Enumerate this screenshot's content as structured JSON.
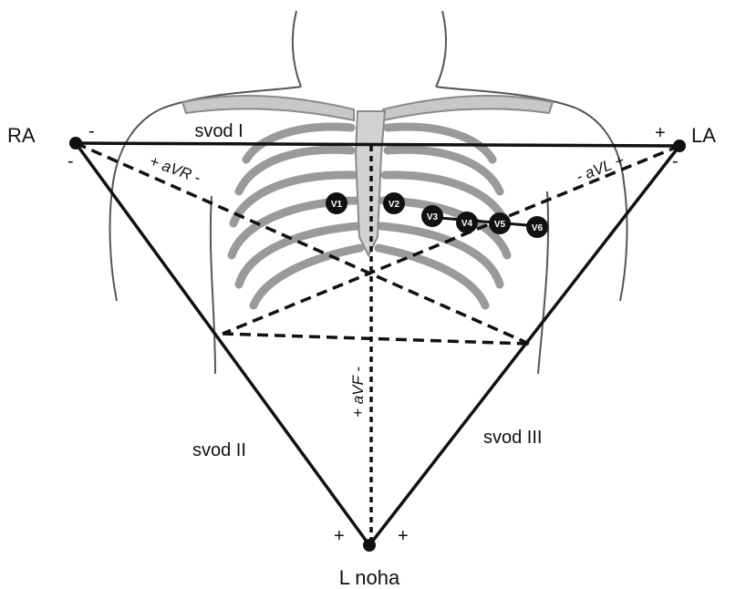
{
  "labels": {
    "ra": "RA",
    "la": "LA",
    "leg": "L noha",
    "lead1": "svod I",
    "lead2": "svod II",
    "lead3": "svod III",
    "avr": "+ aVR -",
    "avl": "- aVL +",
    "avf": "+ aVF -"
  },
  "signs": {
    "ra_top": "-",
    "ra_bottom": "-",
    "la_top": "+",
    "la_bottom": "-",
    "leg_left": "+",
    "leg_right": "+"
  },
  "electrodes": [
    "V1",
    "V2",
    "V3",
    "V4",
    "V5",
    "V6"
  ],
  "colors": {
    "line": "#111111",
    "bone": "#9a9a9a",
    "bone_light": "#c8c8c8",
    "body_outline": "#555555"
  }
}
